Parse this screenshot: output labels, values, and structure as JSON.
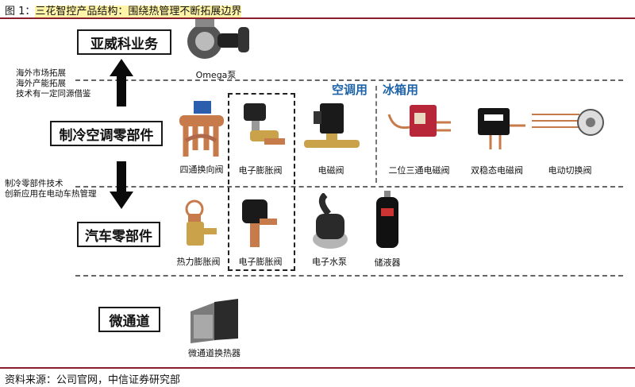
{
  "header": {
    "fig_num": "图 1：",
    "title": "三花智控产品结构：围绕热管理不断拓展边界"
  },
  "categories": {
    "aweco": "亚威科业务",
    "refrigeration": "制冷空调零部件",
    "auto": "汽车零部件",
    "microchannel": "微通道"
  },
  "notes": {
    "up": [
      "海外市场拓展",
      "海外产能拓展",
      "技术有一定同源借鉴"
    ],
    "down": [
      "制冷零部件技术",
      "创新应用在电动车热管理"
    ]
  },
  "sections": {
    "ac": "空调用",
    "fridge": "冰箱用"
  },
  "products": {
    "omega": "Omega泵",
    "four_way": "四通换向阀",
    "eev_ac": "电子膨胀阀",
    "solenoid": "电磁阀",
    "two_three": "二位三通电磁阀",
    "bistable": "双稳态电磁阀",
    "motor_valve": "电动切换阀",
    "txv": "热力膨胀阀",
    "eev_auto": "电子膨胀阀",
    "water_pump": "电子水泵",
    "receiver": "储液器",
    "mchx": "微通道换热器"
  },
  "footer": {
    "source": "资料来源：公司官网，中信证券研究部"
  }
}
